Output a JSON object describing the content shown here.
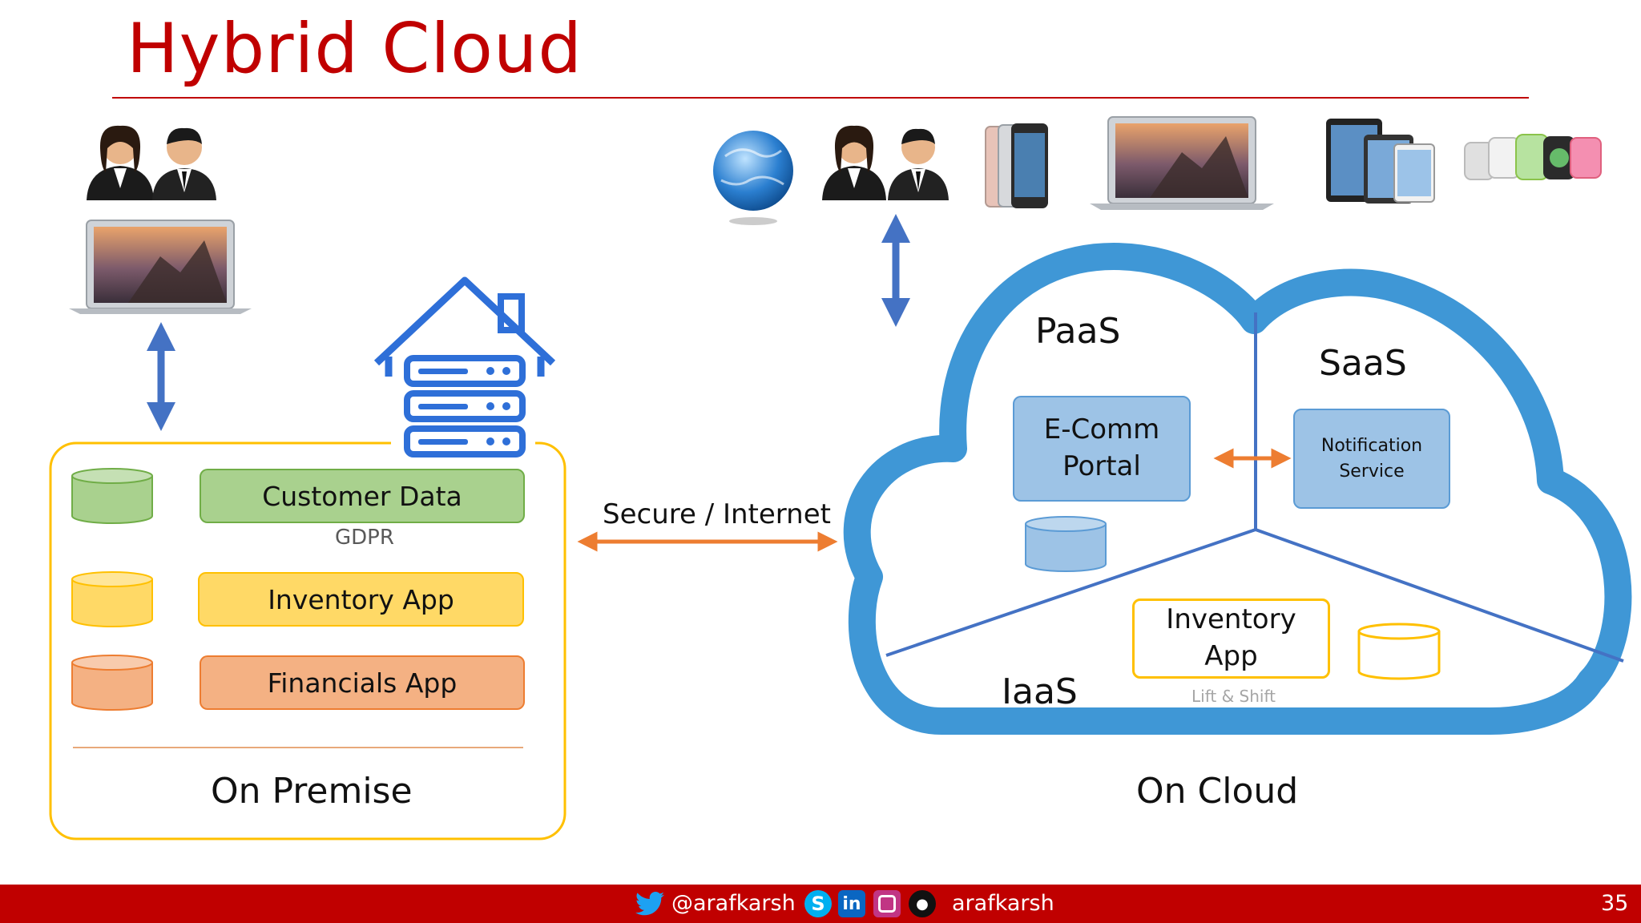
{
  "slide": {
    "title": "Hybrid Cloud",
    "page_number": "35"
  },
  "on_premise": {
    "items": [
      {
        "label": "Customer Data",
        "sub": "GDPR",
        "color": "#a9d18e",
        "border": "#70ad47"
      },
      {
        "label": "Inventory App",
        "sub": "",
        "color": "#ffd966",
        "border": "#ffc000"
      },
      {
        "label": "Financials App",
        "sub": "",
        "color": "#f4b183",
        "border": "#ed7d31"
      }
    ],
    "caption": "On Premise",
    "border_color": "#ffc000"
  },
  "link": {
    "label": "Secure / Internet",
    "color": "#ed7d31"
  },
  "cloud": {
    "caption": "On Cloud",
    "outline_color": "#3f97d6",
    "paas": {
      "label": "PaaS",
      "box_line1": "E-Comm",
      "box_line2": "Portal"
    },
    "saas": {
      "label": "SaaS",
      "box_line1": "Notification",
      "box_line2": "Service"
    },
    "iaas": {
      "label": "IaaS",
      "box_line1": "Inventory",
      "box_line2": "App",
      "sub": "Lift & Shift"
    }
  },
  "footer": {
    "twitter": "@arafkarsh",
    "handle": "arafkarsh",
    "background": "#c00000"
  },
  "icons": {
    "arrow": "#4472c4",
    "house": "#2e6fd8"
  }
}
